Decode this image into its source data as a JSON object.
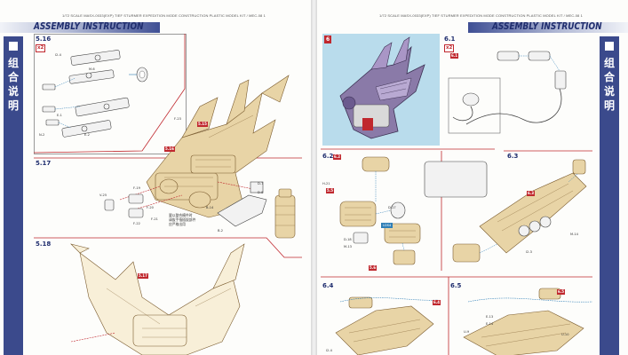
{
  "header": {
    "series_left": "1/72 SCALE MASX-0033(EXP) TIEF STURMER EXPEDITION MODE CONSTRUCTION PLASTIC MODEL KIT / MEC-08 1",
    "series_right": "1/72 SCALE MASX-0033(EXP) TIEF STURMER EXPEDITION MODE CONSTRUCTION PLASTIC MODEL KIT / MEC-08 1",
    "title": "ASSEMBLY INSTRUCTION",
    "side_label": "组合说明"
  },
  "left_page": {
    "steps": [
      {
        "id": "5.16",
        "qty": "x2"
      },
      {
        "id": "5.17"
      },
      {
        "id": "5.18"
      }
    ],
    "note": "要以整合模件时\n请拔手指插拔部件\n应严格出用",
    "part_tags": [
      "I2-4",
      "M-6",
      "E-1",
      "E-2",
      "N-2",
      "F-19",
      "F-20",
      "F-21",
      "F-22",
      "D-7",
      "D-8",
      "F-23",
      "B-2",
      "B-14",
      "V-25"
    ],
    "red_tags": [
      "5.15",
      "5.16",
      "5.17"
    ]
  },
  "right_page": {
    "steps": [
      {
        "id": "6"
      },
      {
        "id": "6.1",
        "qty": "x2"
      },
      {
        "id": "6.2"
      },
      {
        "id": "6.3"
      },
      {
        "id": "6.4"
      },
      {
        "id": "6.5"
      }
    ],
    "photo_label": "6",
    "part_tags": [
      "H-21",
      "D-17",
      "D-18",
      "M-13",
      "M-14",
      "I2-3",
      "I2-4",
      "U-9",
      "U-10",
      "E-13",
      "E-14"
    ],
    "red_tags": [
      "6.1",
      "6.2",
      "6.3",
      "6.4",
      "6.5",
      "5.5",
      "5.6"
    ],
    "blue_tag": "LDS4"
  },
  "colors": {
    "navy": "#3b4a8c",
    "accent_red": "#c0282e",
    "part_tan": "#e8d4a6",
    "part_outline": "#7a5b2e",
    "photo_bg": "#b9dcec"
  }
}
